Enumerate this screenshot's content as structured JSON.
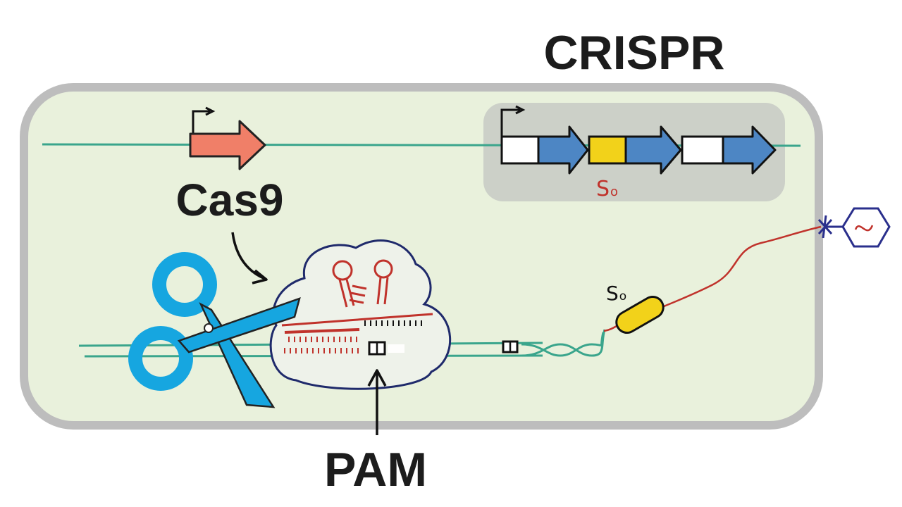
{
  "title": "CRISPR",
  "labels": {
    "cas9": "Cas9",
    "pam": "PAM",
    "spacer_array": "S",
    "spacer_array_sub": "o",
    "phage_spacer": "S",
    "phage_spacer_sub": "o"
  },
  "colors": {
    "cell_fill": "#e9f1dc",
    "cell_border": "#bdbdbd",
    "dna": "#3aa58c",
    "cas9_gene": "#f07f68",
    "crispr_repeat_arrow": "#4d86c4",
    "spacer_yellow": "#f2d21a",
    "scissors": "#16a6e0",
    "cas9_protein_outline": "#1f2a6b",
    "guide_rna": "#c0322b",
    "phage": "#2a2f8c"
  },
  "icons": [
    "scissors-icon",
    "promoter-arrow-icon",
    "phage-icon"
  ]
}
